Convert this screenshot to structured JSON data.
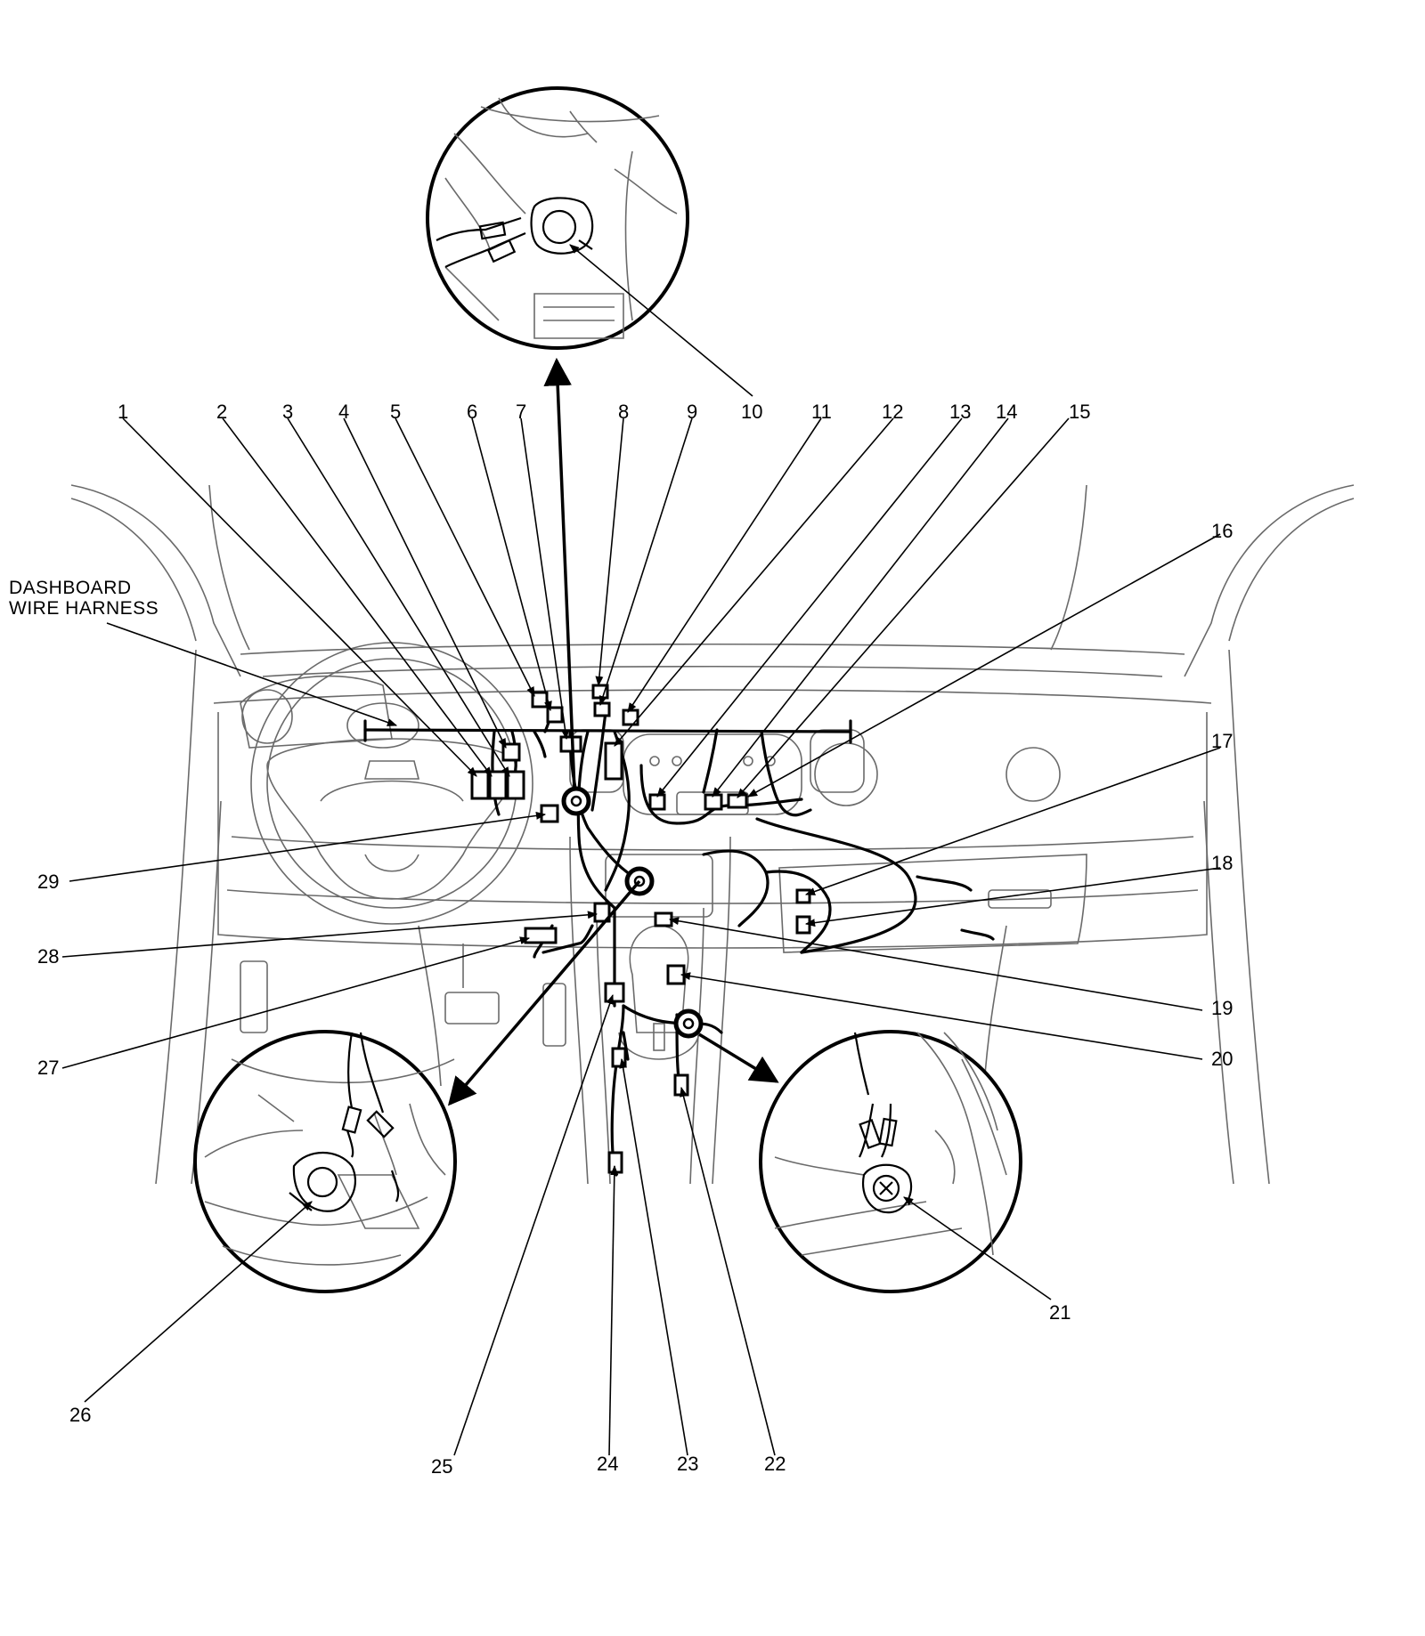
{
  "diagram": {
    "harness_label": [
      "DASHBOARD",
      "WIRE HARNESS"
    ],
    "callouts": [
      "1",
      "2",
      "3",
      "4",
      "5",
      "6",
      "7",
      "8",
      "9",
      "10",
      "11",
      "12",
      "13",
      "14",
      "15",
      "16",
      "17",
      "18",
      "19",
      "20",
      "21",
      "22",
      "23",
      "24",
      "25",
      "26",
      "27",
      "28",
      "29"
    ],
    "line_color": "#000000",
    "background_color": "#ffffff"
  }
}
